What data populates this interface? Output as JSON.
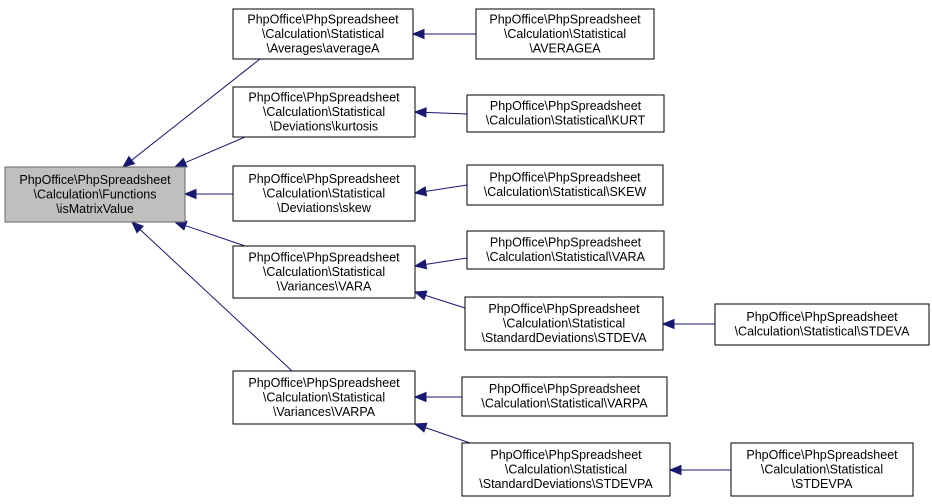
{
  "diagram": {
    "type": "doxygen-caller-graph",
    "colors": {
      "edge": "#191970",
      "root_fill": "#bfbfbf",
      "node_fill": "#ffffff"
    },
    "nodes": [
      {
        "id": "root",
        "lines": [
          "PhpOffice\\PhpSpreadsheet",
          "\\Calculation\\Functions",
          "\\isMatrixValue"
        ],
        "root": true
      },
      {
        "id": "avgA",
        "lines": [
          "PhpOffice\\PhpSpreadsheet",
          "\\Calculation\\Statistical",
          "\\Averages\\averageA"
        ]
      },
      {
        "id": "kurtosis",
        "lines": [
          "PhpOffice\\PhpSpreadsheet",
          "\\Calculation\\Statistical",
          "\\Deviations\\kurtosis"
        ]
      },
      {
        "id": "skew",
        "lines": [
          "PhpOffice\\PhpSpreadsheet",
          "\\Calculation\\Statistical",
          "\\Deviations\\skew"
        ]
      },
      {
        "id": "vara",
        "lines": [
          "PhpOffice\\PhpSpreadsheet",
          "\\Calculation\\Statistical",
          "\\Variances\\VARA"
        ]
      },
      {
        "id": "varpa",
        "lines": [
          "PhpOffice\\PhpSpreadsheet",
          "\\Calculation\\Statistical",
          "\\Variances\\VARPA"
        ]
      },
      {
        "id": "AVERAGEA",
        "lines": [
          "PhpOffice\\PhpSpreadsheet",
          "\\Calculation\\Statistical",
          "\\AVERAGEA"
        ]
      },
      {
        "id": "KURT",
        "lines": [
          "PhpOffice\\PhpSpreadsheet",
          "\\Calculation\\Statistical\\KURT"
        ]
      },
      {
        "id": "SKEW",
        "lines": [
          "PhpOffice\\PhpSpreadsheet",
          "\\Calculation\\Statistical\\SKEW"
        ]
      },
      {
        "id": "VARA",
        "lines": [
          "PhpOffice\\PhpSpreadsheet",
          "\\Calculation\\Statistical\\VARA"
        ]
      },
      {
        "id": "sdSTDEVA",
        "lines": [
          "PhpOffice\\PhpSpreadsheet",
          "\\Calculation\\Statistical",
          "\\StandardDeviations\\STDEVA"
        ]
      },
      {
        "id": "STDEVA",
        "lines": [
          "PhpOffice\\PhpSpreadsheet",
          "\\Calculation\\Statistical\\STDEVA"
        ]
      },
      {
        "id": "VARPA",
        "lines": [
          "PhpOffice\\PhpSpreadsheet",
          "\\Calculation\\Statistical\\VARPA"
        ]
      },
      {
        "id": "sdSTDEVPA",
        "lines": [
          "PhpOffice\\PhpSpreadsheet",
          "\\Calculation\\Statistical",
          "\\StandardDeviations\\STDEVPA"
        ]
      },
      {
        "id": "STDEVPA",
        "lines": [
          "PhpOffice\\PhpSpreadsheet",
          "\\Calculation\\Statistical",
          "\\STDEVPA"
        ]
      }
    ],
    "edges": [
      {
        "from": "avgA",
        "to": "root"
      },
      {
        "from": "kurtosis",
        "to": "root"
      },
      {
        "from": "skew",
        "to": "root"
      },
      {
        "from": "vara",
        "to": "root"
      },
      {
        "from": "varpa",
        "to": "root"
      },
      {
        "from": "AVERAGEA",
        "to": "avgA"
      },
      {
        "from": "KURT",
        "to": "kurtosis"
      },
      {
        "from": "SKEW",
        "to": "skew"
      },
      {
        "from": "VARA",
        "to": "vara"
      },
      {
        "from": "sdSTDEVA",
        "to": "vara"
      },
      {
        "from": "STDEVA",
        "to": "sdSTDEVA"
      },
      {
        "from": "VARPA",
        "to": "varpa"
      },
      {
        "from": "sdSTDEVPA",
        "to": "varpa"
      },
      {
        "from": "STDEVPA",
        "to": "sdSTDEVPA"
      }
    ]
  }
}
